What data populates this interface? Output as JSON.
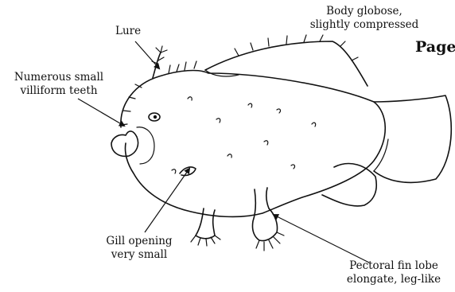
{
  "labels": {
    "body": [
      "Body globose,",
      "slightly compressed"
    ],
    "page": "Page",
    "lure": "Lure",
    "teeth": [
      "Numerous small",
      "villiform teeth"
    ],
    "gill": [
      "Gill opening",
      "very small"
    ],
    "pectoral": [
      "Pectoral fin lobe",
      "elongate, leg-like"
    ]
  }
}
